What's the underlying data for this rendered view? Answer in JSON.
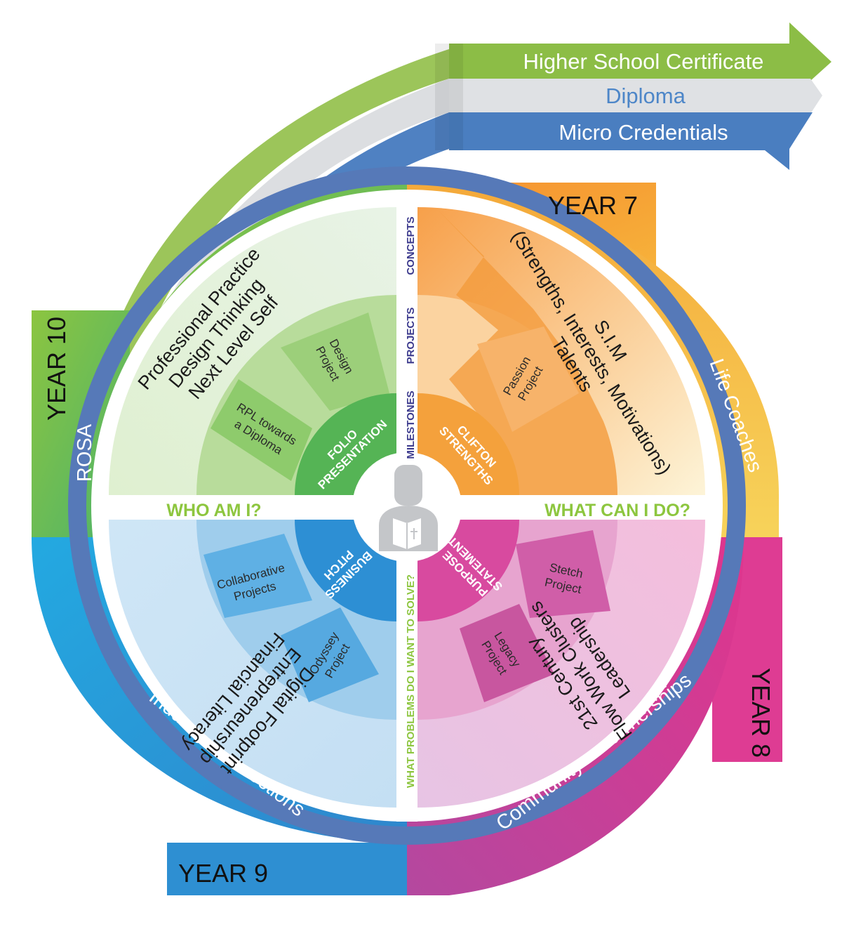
{
  "credentials": [
    "Higher School Certificate",
    "Diploma",
    "Micro Credentials"
  ],
  "years": {
    "y7": "YEAR 7",
    "y8": "YEAR 8",
    "y9": "YEAR 9",
    "y10": "YEAR 10"
  },
  "outer_ring": {
    "life_coaches": "Life Coaches",
    "community": "Community Parternerships",
    "industry": "Industry Connections",
    "rosa": "ROSA"
  },
  "quadrants": {
    "year7": {
      "lines": [
        "S.I.M",
        "(Strengths, Interests, Motivations)",
        "Talents"
      ],
      "project": [
        "Passion",
        "Project"
      ],
      "hub": [
        "CLIFTON",
        "STRENGTHS"
      ]
    },
    "year8": {
      "lines": [
        "21st Century",
        "Flow Work Clusters",
        "Leadership"
      ],
      "projects": [
        [
          "Stetch",
          "Project"
        ],
        [
          "Legacy",
          "Project"
        ]
      ],
      "hub": [
        "PURPOSE",
        "STATEMENT"
      ]
    },
    "year9": {
      "lines": [
        "Digital Footprint",
        "Entrepreneurship",
        "Financial Literacy"
      ],
      "projects": [
        [
          "Collaborative",
          "Projects"
        ],
        [
          "Odyssey",
          "Project"
        ]
      ],
      "hub": [
        "BUSINESS",
        "PITCH"
      ]
    },
    "year10": {
      "lines": [
        "Professional Practice",
        "Design Thinking",
        "Next Level Self"
      ],
      "projects": [
        [
          "RPL towards",
          "a Diploma"
        ],
        [
          "Design",
          "Project"
        ]
      ],
      "hub": [
        "FOLIO",
        "PRESENTATION"
      ]
    }
  },
  "questions": {
    "who": "WHO AM I?",
    "what": "WHAT CAN I DO?",
    "problems": "WHAT PROBLEMS DO I WANT TO SOLVE?"
  },
  "axis_labels": [
    "CONCEPTS",
    "PROJECTS",
    "MILESTONES"
  ],
  "center_icon": "student-reading-book-icon",
  "colors": {
    "green": "#8dc04a",
    "grey": "#d9dbde",
    "blue": "#4a7ec0",
    "orange": "#f5a23a",
    "yellow": "#f6c94a",
    "magenta": "#d93f98",
    "cyan": "#2ba3dd",
    "ring_blue": "#5378b8",
    "question_green": "#8dc63f",
    "axis_navy": "#3d3b8e"
  }
}
